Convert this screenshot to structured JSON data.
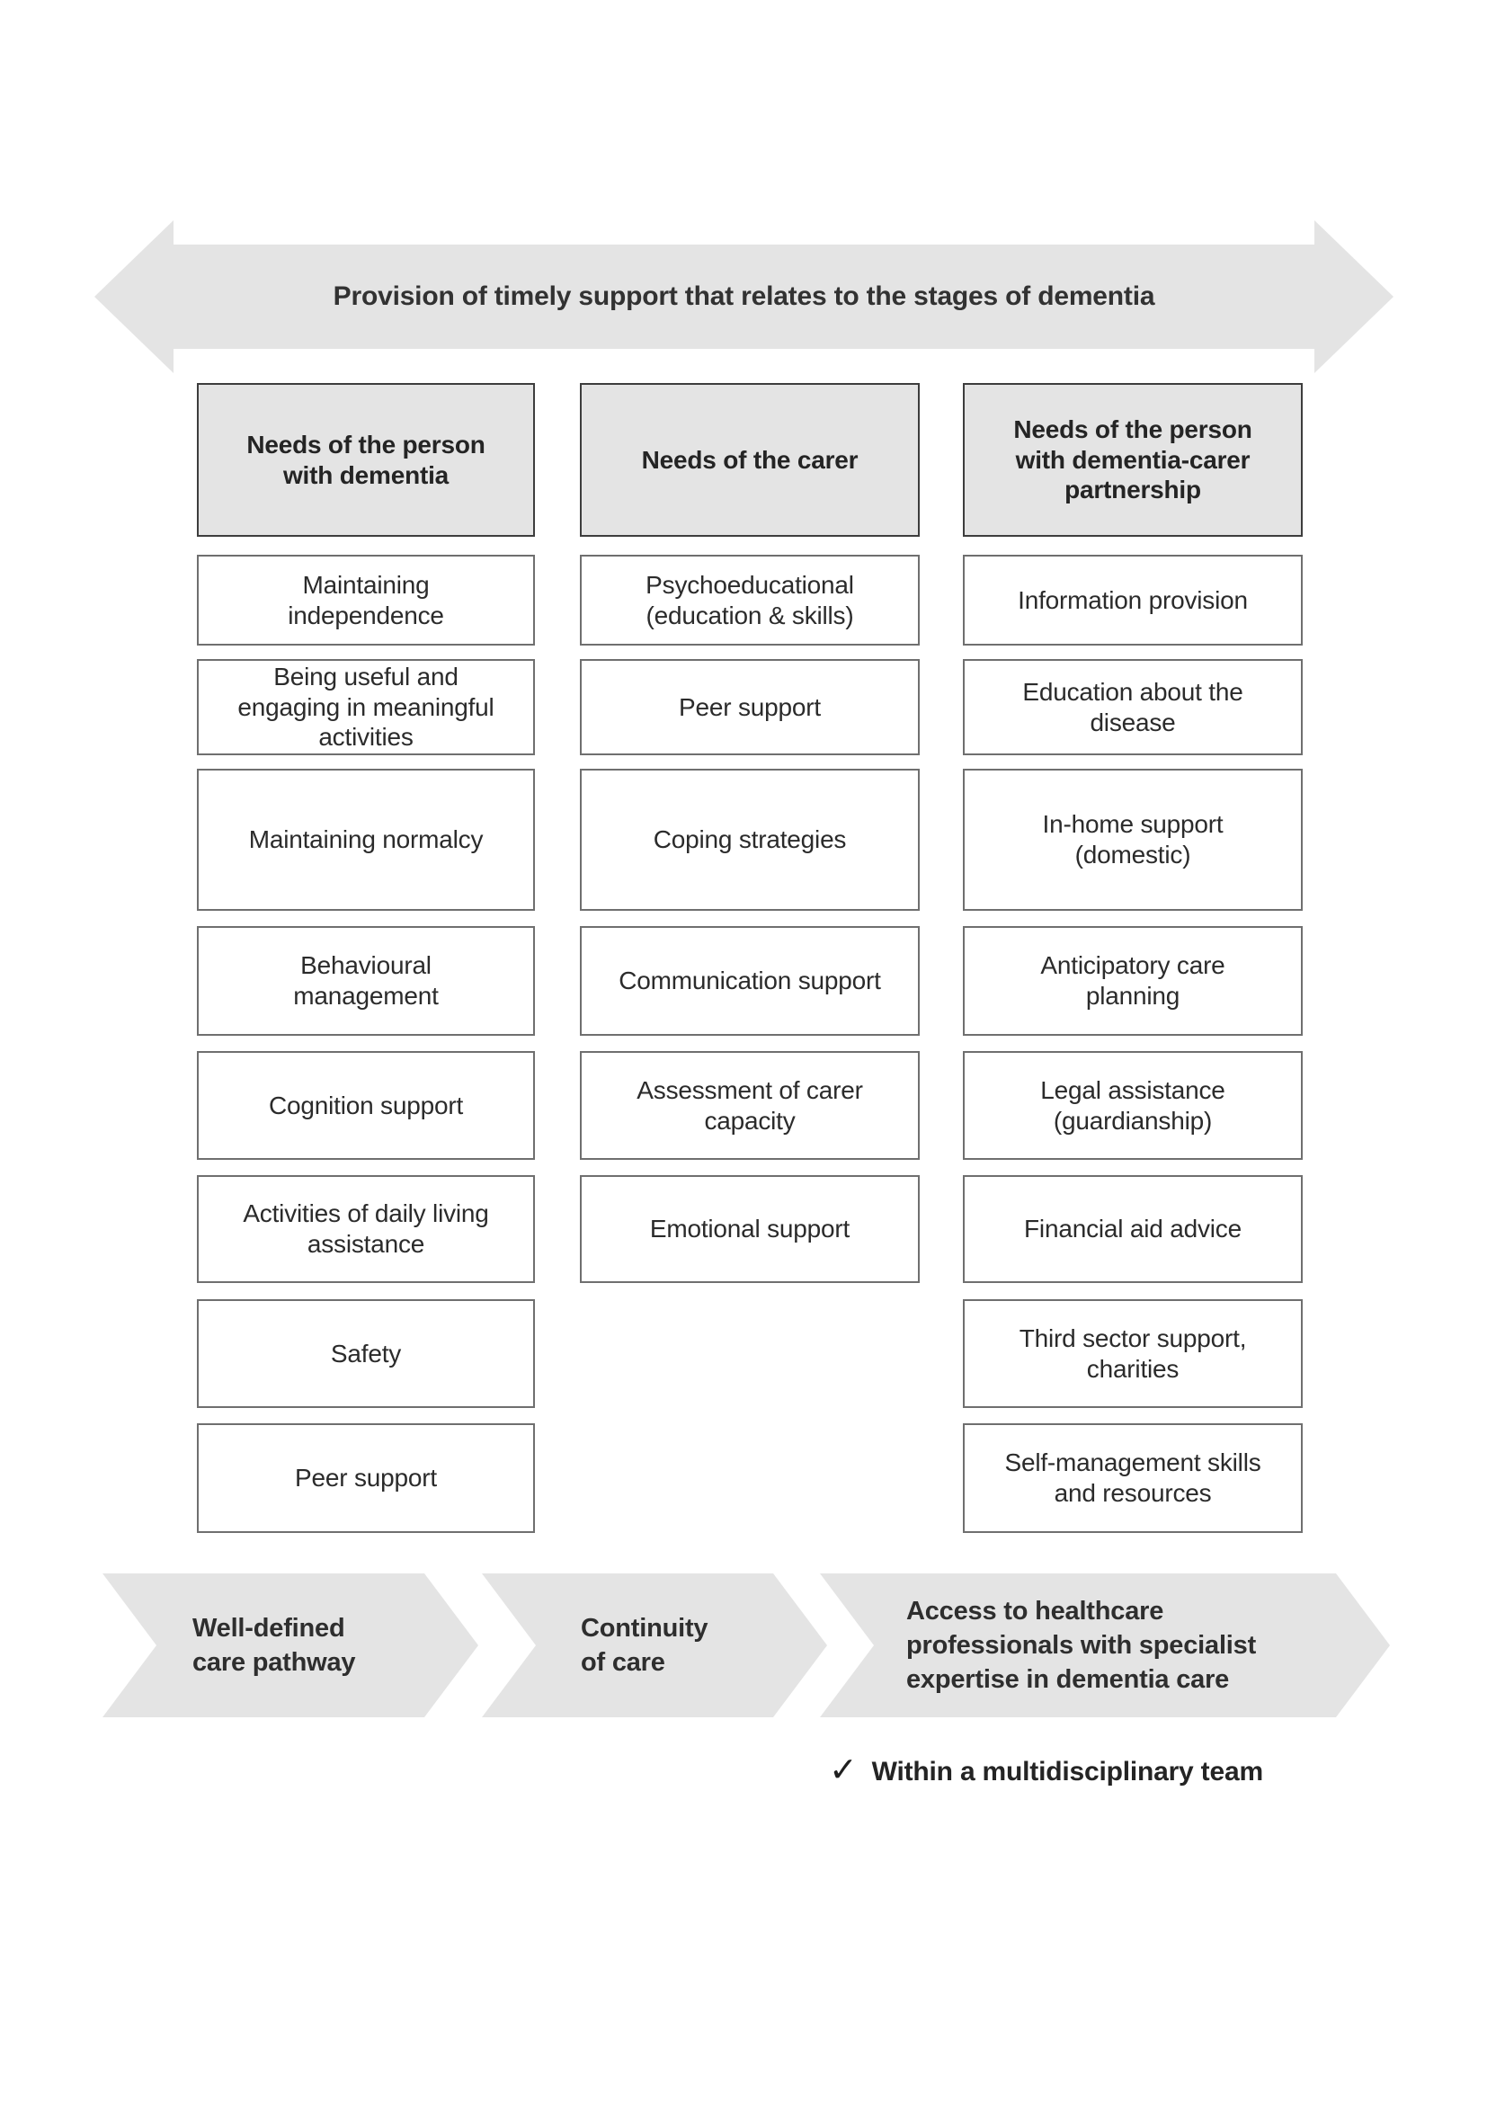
{
  "banner": {
    "label": "Provision of timely support that relates to the stages of dementia"
  },
  "columns": [
    {
      "header": "Needs of the person with dementia",
      "items": [
        "Maintaining independence",
        "Being useful and engaging in meaningful activities",
        "Maintaining normalcy",
        "Behavioural management",
        "Cognition support",
        "Activities of daily living assistance",
        "Safety",
        "Peer support"
      ]
    },
    {
      "header": "Needs of the carer",
      "items": [
        "Psychoeducational (education & skills)",
        "Peer support",
        "Coping strategies",
        "Communication support",
        "Assessment of carer capacity",
        "Emotional support"
      ]
    },
    {
      "header": "Needs of the person with dementia-carer partnership",
      "items": [
        "Information provision",
        "Education about the disease",
        "In-home support (domestic)",
        "Anticipatory care planning",
        "Legal assistance (guardianship)",
        "Financial aid advice",
        "Third sector support, charities",
        "Self-management skills and resources"
      ]
    }
  ],
  "process_arrows": [
    {
      "label": "Well-defined care pathway"
    },
    {
      "label": "Continuity of care"
    },
    {
      "label": "Access to healthcare professionals with specialist expertise in dementia care"
    }
  ],
  "footnote": {
    "icon": "✓",
    "label": "Within a multidisciplinary team"
  },
  "colors": {
    "shape_fill": "#e4e4e4",
    "header_border": "#3d3d3d",
    "item_border": "#6f6f6f",
    "text_dark": "#2b2b2b"
  }
}
